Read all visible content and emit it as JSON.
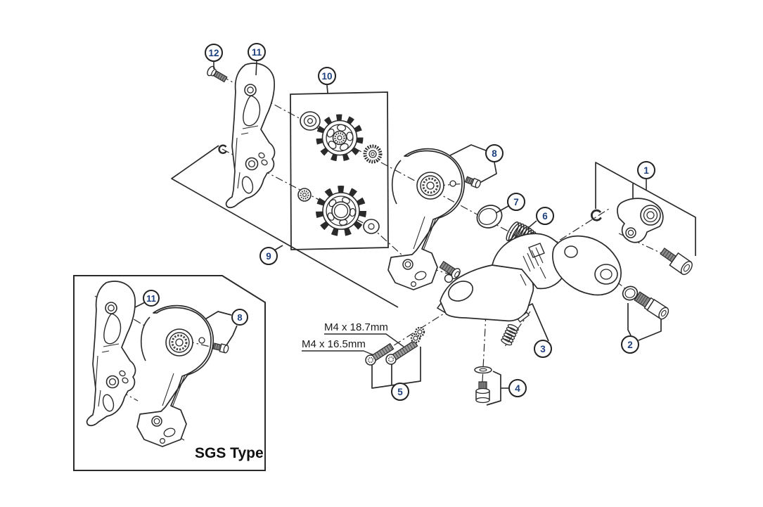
{
  "colors": {
    "line": "#2a2a2a",
    "callout_number": "#1b3e7c",
    "background": "#ffffff"
  },
  "figure": {
    "labels": {
      "screw_length_long": "M4 x 18.7mm",
      "screw_length_short": "M4 x 16.5mm",
      "variant_box_label": "SGS Type"
    },
    "callouts": {
      "c1": "1",
      "c2": "2",
      "c3": "3",
      "c4": "4",
      "c5": "5",
      "c6": "6",
      "c7": "7",
      "c8": "8",
      "c9": "9",
      "c10": "10",
      "c11": "11",
      "c12": "12",
      "sgs11": "11",
      "sgs8": "8"
    }
  }
}
